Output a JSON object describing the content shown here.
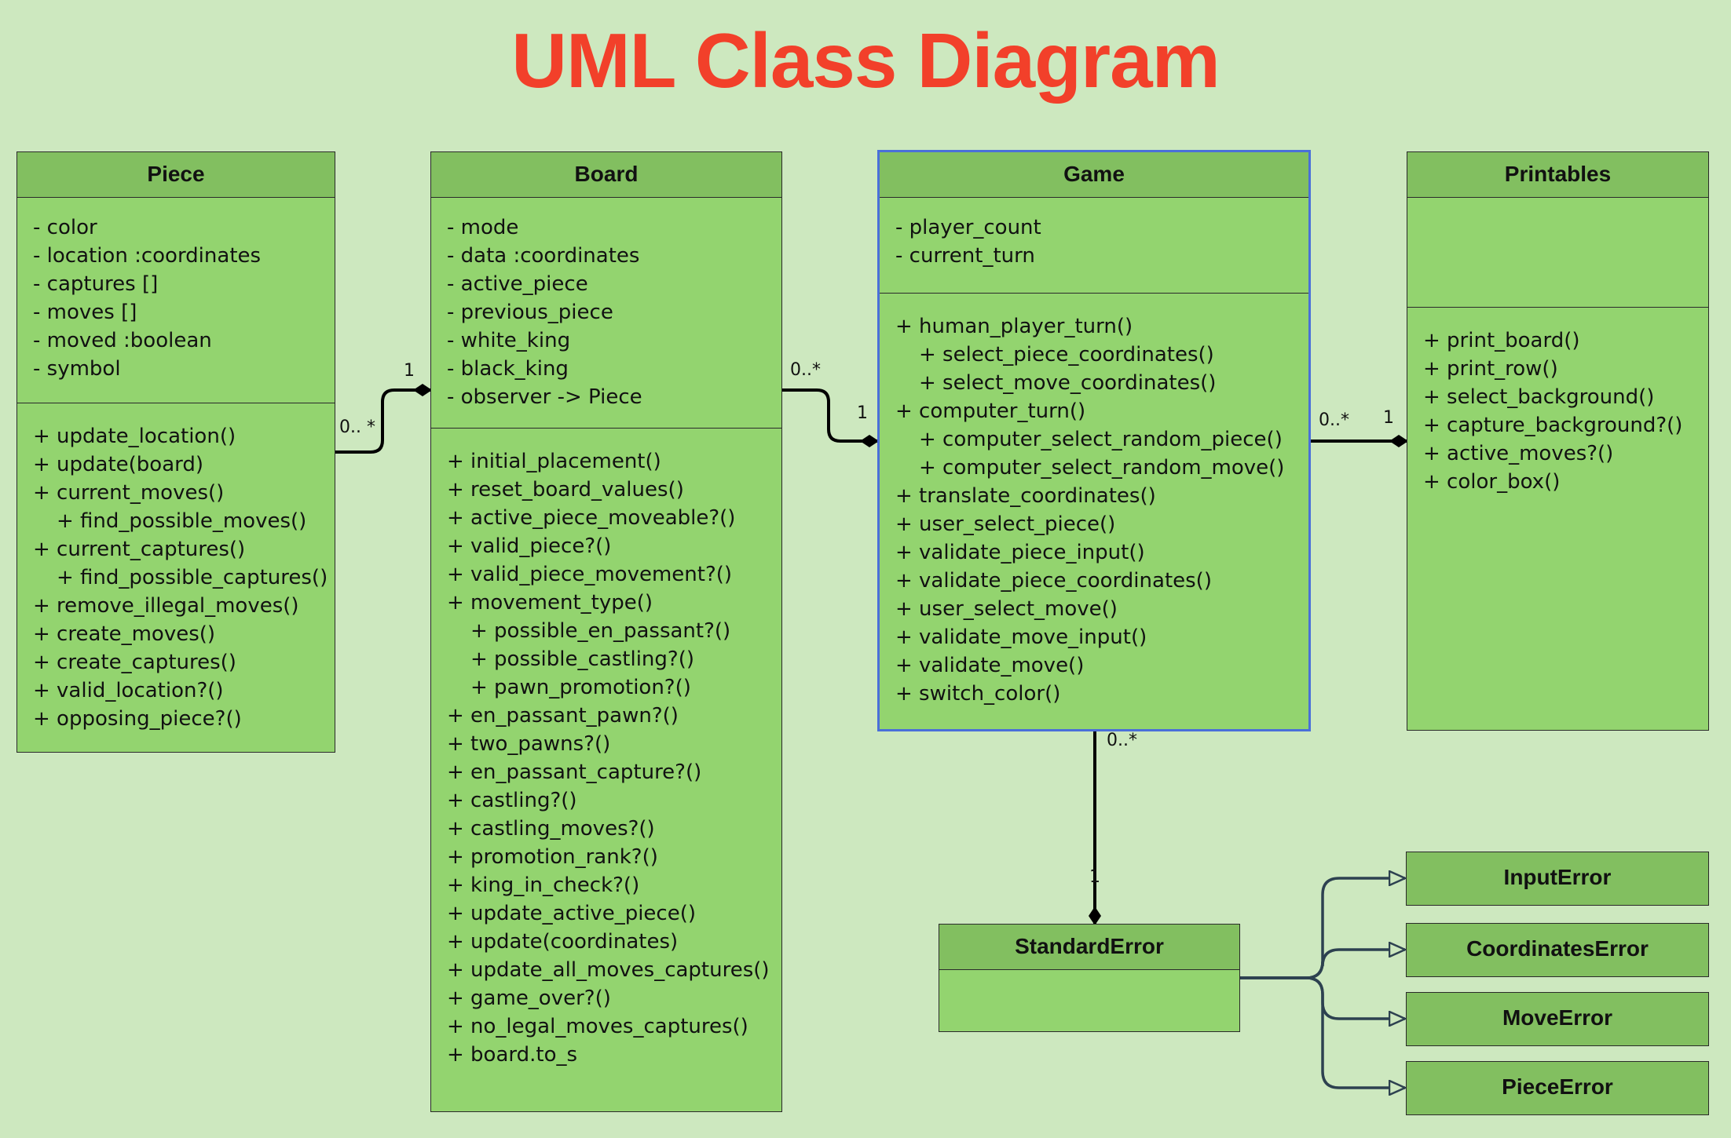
{
  "title": "UML Class Diagram",
  "classes": {
    "piece": {
      "name": "Piece",
      "attributes": [
        "- color",
        "- location :coordinates",
        "- captures []",
        "- moves []",
        "- moved :boolean",
        "- symbol"
      ],
      "operations": [
        {
          "text": "+ update_location()",
          "indent": false
        },
        {
          "text": "+ update(board)",
          "indent": false
        },
        {
          "text": "+ current_moves()",
          "indent": false
        },
        {
          "text": "+ find_possible_moves()",
          "indent": true
        },
        {
          "text": "+ current_captures()",
          "indent": false
        },
        {
          "text": "+ find_possible_captures()",
          "indent": true
        },
        {
          "text": "+ remove_illegal_moves()",
          "indent": false
        },
        {
          "text": "+ create_moves()",
          "indent": false
        },
        {
          "text": "+ create_captures()",
          "indent": false
        },
        {
          "text": "+ valid_location?()",
          "indent": false
        },
        {
          "text": "+ opposing_piece?()",
          "indent": false
        }
      ]
    },
    "board": {
      "name": "Board",
      "attributes": [
        "- mode",
        "- data :coordinates",
        "- active_piece",
        "- previous_piece",
        "- white_king",
        "- black_king",
        "- observer -> Piece"
      ],
      "operations": [
        {
          "text": "+ initial_placement()",
          "indent": false
        },
        {
          "text": "+ reset_board_values()",
          "indent": false
        },
        {
          "text": "+ active_piece_moveable?()",
          "indent": false
        },
        {
          "text": "+ valid_piece?()",
          "indent": false
        },
        {
          "text": "+ valid_piece_movement?()",
          "indent": false
        },
        {
          "text": "+ movement_type()",
          "indent": false
        },
        {
          "text": "+ possible_en_passant?()",
          "indent": true
        },
        {
          "text": "+ possible_castling?()",
          "indent": true
        },
        {
          "text": "+ pawn_promotion?()",
          "indent": true
        },
        {
          "text": "+ en_passant_pawn?()",
          "indent": false
        },
        {
          "text": "+ two_pawns?()",
          "indent": false
        },
        {
          "text": "+ en_passant_capture?()",
          "indent": false
        },
        {
          "text": "+ castling?()",
          "indent": false
        },
        {
          "text": "+ castling_moves?()",
          "indent": false
        },
        {
          "text": "+ promotion_rank?()",
          "indent": false
        },
        {
          "text": "+ king_in_check?()",
          "indent": false
        },
        {
          "text": "+ update_active_piece()",
          "indent": false
        },
        {
          "text": "+ update(coordinates)",
          "indent": false
        },
        {
          "text": "+ update_all_moves_captures()",
          "indent": false
        },
        {
          "text": "+ game_over?()",
          "indent": false
        },
        {
          "text": "+ no_legal_moves_captures()",
          "indent": false
        },
        {
          "text": "+ board.to_s",
          "indent": false
        }
      ]
    },
    "game": {
      "name": "Game",
      "attributes": [
        "- player_count",
        "- current_turn"
      ],
      "operations": [
        {
          "text": "+ human_player_turn()",
          "indent": false
        },
        {
          "text": "+ select_piece_coordinates()",
          "indent": true
        },
        {
          "text": "+ select_move_coordinates()",
          "indent": true
        },
        {
          "text": "+ computer_turn()",
          "indent": false
        },
        {
          "text": "+ computer_select_random_piece()",
          "indent": true
        },
        {
          "text": "+ computer_select_random_move()",
          "indent": true
        },
        {
          "text": "+ translate_coordinates()",
          "indent": false
        },
        {
          "text": "+ user_select_piece()",
          "indent": false
        },
        {
          "text": "+ validate_piece_input()",
          "indent": false
        },
        {
          "text": "+ validate_piece_coordinates()",
          "indent": false
        },
        {
          "text": "+ user_select_move()",
          "indent": false
        },
        {
          "text": "+ validate_move_input()",
          "indent": false
        },
        {
          "text": "+ validate_move()",
          "indent": false
        },
        {
          "text": "+ switch_color()",
          "indent": false
        }
      ]
    },
    "printables": {
      "name": "Printables",
      "attributes": [],
      "operations": [
        {
          "text": "+ print_board()",
          "indent": false
        },
        {
          "text": "+ print_row()",
          "indent": false
        },
        {
          "text": "+ select_background()",
          "indent": false
        },
        {
          "text": "+ capture_background?()",
          "indent": false
        },
        {
          "text": "+ active_moves?()",
          "indent": false
        },
        {
          "text": "+ color_box()",
          "indent": false
        }
      ]
    },
    "standard_error": {
      "name": "StandardError"
    },
    "input_error": {
      "name": "InputError"
    },
    "coordinates_error": {
      "name": "CoordinatesError"
    },
    "move_error": {
      "name": "MoveError"
    },
    "piece_error": {
      "name": "PieceError"
    }
  },
  "multiplicities": {
    "piece_board_piece_end": "0.. *",
    "piece_board_board_end": "1",
    "board_game_board_end": "0..*",
    "board_game_game_end": "1",
    "game_printables_game_end": "0..*",
    "game_printables_printables_end": "1",
    "game_error_game_end": "0..*",
    "game_error_error_end": "1"
  },
  "colors": {
    "background": "#cde8bf",
    "class_fill": "#93d46f",
    "header_fill": "#82bf60",
    "title": "#f2402a",
    "selection": "#4a6fd9",
    "inheritance_line": "#2d4150"
  }
}
